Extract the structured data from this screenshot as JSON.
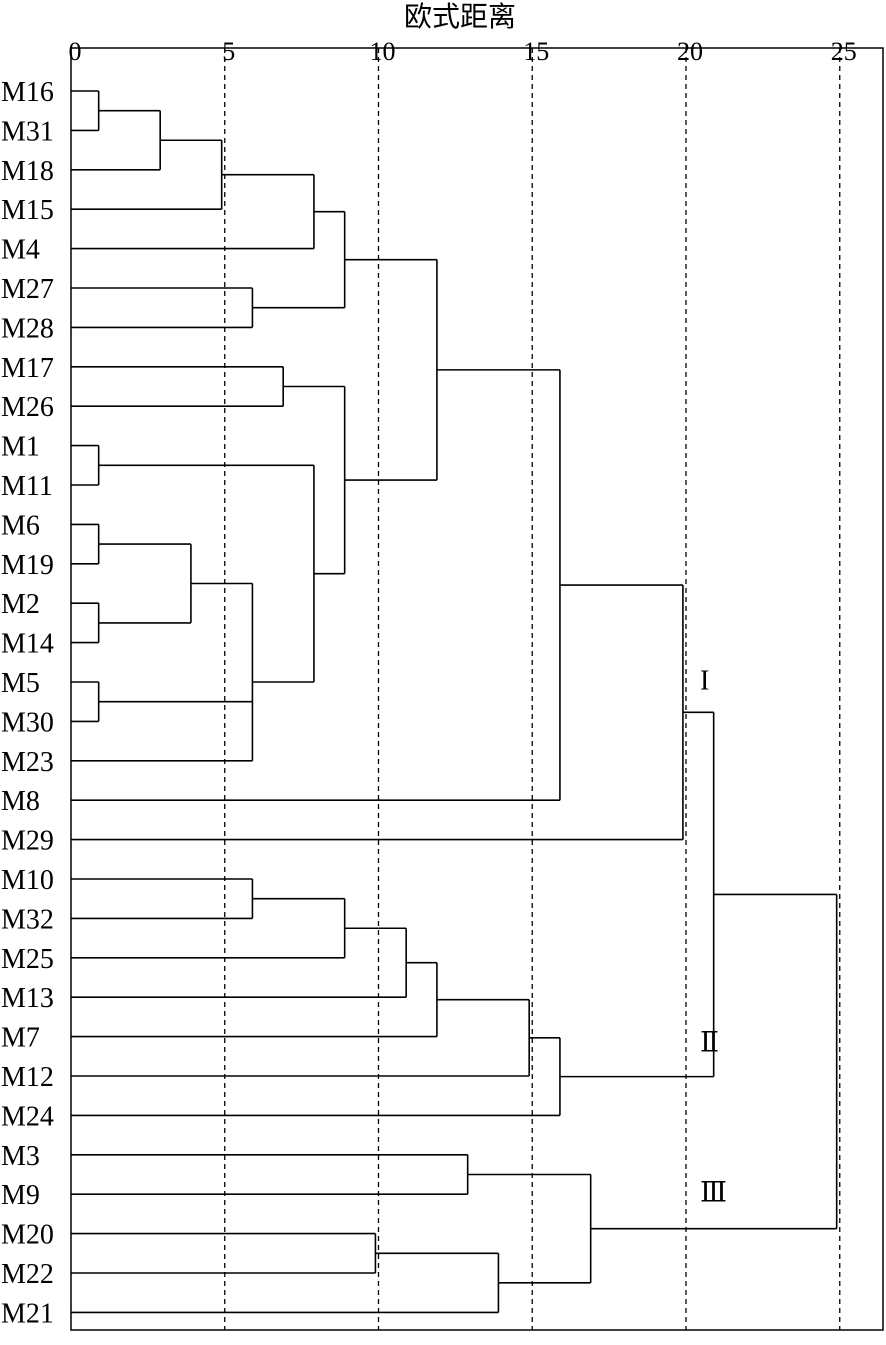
{
  "chart_data": {
    "type": "dendrogram",
    "title": "欧式距离",
    "x_ticks": [
      "0",
      "5",
      "10",
      "15",
      "20",
      "25"
    ],
    "x_tick_values": [
      0,
      5,
      10,
      15,
      20,
      25
    ],
    "xlim": [
      0,
      26.5
    ],
    "grid": "vertical dashed lines at 5, 10, 15, 20, 25",
    "leaves": [
      "M16",
      "M31",
      "M18",
      "M15",
      "M4",
      "M27",
      "M28",
      "M17",
      "M26",
      "M1",
      "M11",
      "M6",
      "M19",
      "M2",
      "M14",
      "M5",
      "M30",
      "M23",
      "M8",
      "M29",
      "M10",
      "M32",
      "M25",
      "M13",
      "M7",
      "M12",
      "M24",
      "M3",
      "M9",
      "M20",
      "M22",
      "M21"
    ],
    "merges": [
      {
        "id": "a1",
        "children": [
          "M16",
          "M31"
        ],
        "distance": 0.9
      },
      {
        "id": "a2",
        "children": [
          "a1",
          "M18"
        ],
        "distance": 2.9
      },
      {
        "id": "a3",
        "children": [
          "a2",
          "M15"
        ],
        "distance": 4.9
      },
      {
        "id": "a4",
        "children": [
          "a3",
          "M4"
        ],
        "distance": 7.9
      },
      {
        "id": "a5",
        "children": [
          "M27",
          "M28"
        ],
        "distance": 5.9
      },
      {
        "id": "a6",
        "children": [
          "a4",
          "a5"
        ],
        "distance": 8.9
      },
      {
        "id": "b1",
        "children": [
          "M17",
          "M26"
        ],
        "distance": 6.9
      },
      {
        "id": "b2",
        "children": [
          "M1",
          "M11"
        ],
        "distance": 0.9
      },
      {
        "id": "b3",
        "children": [
          "M6",
          "M19"
        ],
        "distance": 0.9
      },
      {
        "id": "b4",
        "children": [
          "M2",
          "M14"
        ],
        "distance": 0.9
      },
      {
        "id": "b5",
        "children": [
          "b3",
          "b4"
        ],
        "distance": 3.9
      },
      {
        "id": "b6",
        "children": [
          "M5",
          "M30"
        ],
        "distance": 0.9
      },
      {
        "id": "b7",
        "children": [
          "b5",
          "b6",
          "M23"
        ],
        "distance": 5.9
      },
      {
        "id": "b8",
        "children": [
          "b2",
          "b7"
        ],
        "distance": 7.9
      },
      {
        "id": "b9",
        "children": [
          "b1",
          "b8"
        ],
        "distance": 8.9
      },
      {
        "id": "c1",
        "children": [
          "a6",
          "b9"
        ],
        "distance": 11.9
      },
      {
        "id": "c2",
        "children": [
          "c1",
          "M8"
        ],
        "distance": 15.9
      },
      {
        "id": "c3",
        "children": [
          "c2",
          "M29"
        ],
        "distance": 19.9
      },
      {
        "id": "d1",
        "children": [
          "M10",
          "M32"
        ],
        "distance": 5.9
      },
      {
        "id": "d2",
        "children": [
          "d1",
          "M25"
        ],
        "distance": 8.9
      },
      {
        "id": "d3",
        "children": [
          "d2",
          "M13"
        ],
        "distance": 10.9
      },
      {
        "id": "d4",
        "children": [
          "d3",
          "M7"
        ],
        "distance": 11.9
      },
      {
        "id": "d5",
        "children": [
          "d4",
          "M12"
        ],
        "distance": 14.9
      },
      {
        "id": "d6",
        "children": [
          "d5",
          "M24"
        ],
        "distance": 15.9
      },
      {
        "id": "e1",
        "children": [
          "c3",
          "d6"
        ],
        "distance": 20.9
      },
      {
        "id": "f1",
        "children": [
          "M3",
          "M9"
        ],
        "distance": 12.9
      },
      {
        "id": "f2",
        "children": [
          "M20",
          "M22"
        ],
        "distance": 9.9
      },
      {
        "id": "f3",
        "children": [
          "f2",
          "M21"
        ],
        "distance": 13.9
      },
      {
        "id": "f4",
        "children": [
          "f1",
          "f3"
        ],
        "distance": 16.9
      },
      {
        "id": "root",
        "children": [
          "e1",
          "f4"
        ],
        "distance": 24.9
      }
    ],
    "cluster_labels": [
      {
        "text": "I",
        "cluster": "c3"
      },
      {
        "text": "Ⅱ",
        "cluster": "d6"
      },
      {
        "text": "Ⅲ",
        "cluster": "f4"
      }
    ]
  }
}
